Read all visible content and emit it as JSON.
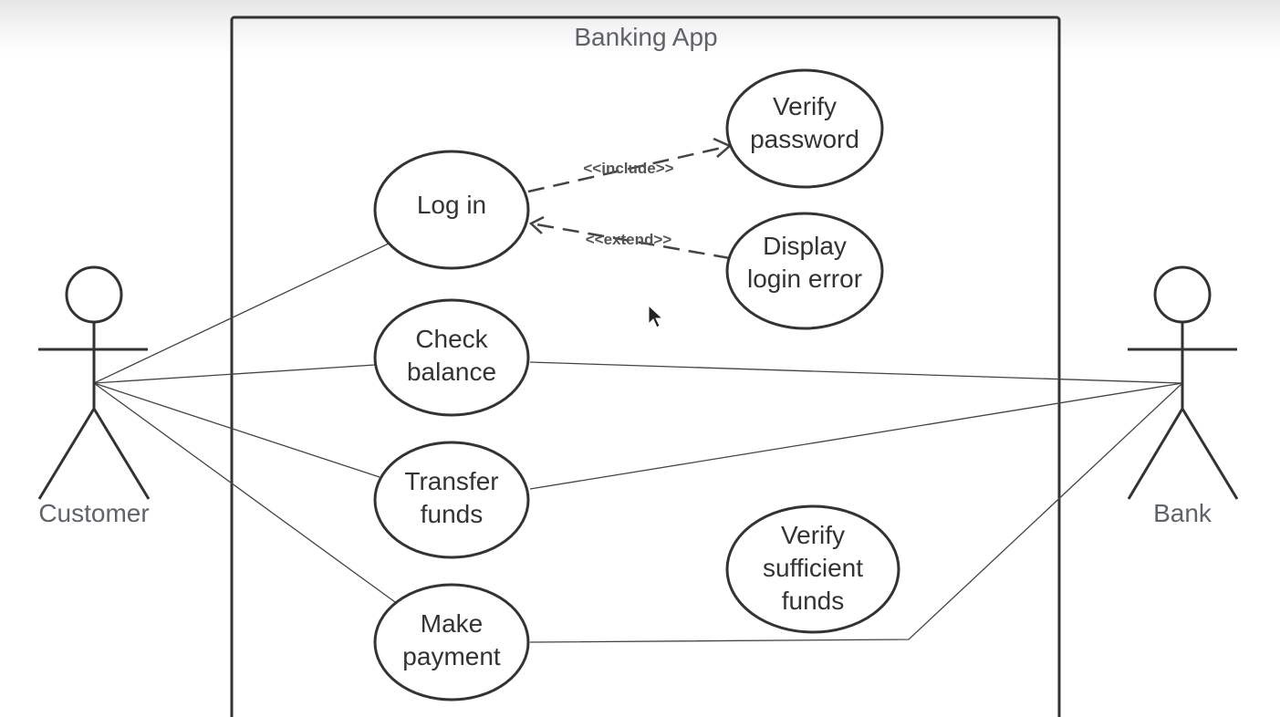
{
  "system": {
    "title": "Banking App"
  },
  "actors": {
    "customer": {
      "label": "Customer"
    },
    "bank": {
      "label": "Bank"
    }
  },
  "use_cases": {
    "log_in": {
      "lines": [
        "Log in"
      ]
    },
    "verify_password": {
      "lines": [
        "Verify",
        "password"
      ]
    },
    "display_login_error": {
      "lines": [
        "Display",
        "login error"
      ]
    },
    "check_balance": {
      "lines": [
        "Check",
        "balance"
      ]
    },
    "transfer_funds": {
      "lines": [
        "Transfer",
        "funds"
      ]
    },
    "verify_sufficient_funds": {
      "lines": [
        "Verify",
        "sufficient",
        "funds"
      ]
    },
    "make_payment": {
      "lines": [
        "Make",
        "payment"
      ]
    }
  },
  "relations": {
    "include_label": "<<include>>",
    "extend_label": "<<extend>>"
  },
  "icons": {
    "cursor": "mouse-pointer-icon"
  }
}
